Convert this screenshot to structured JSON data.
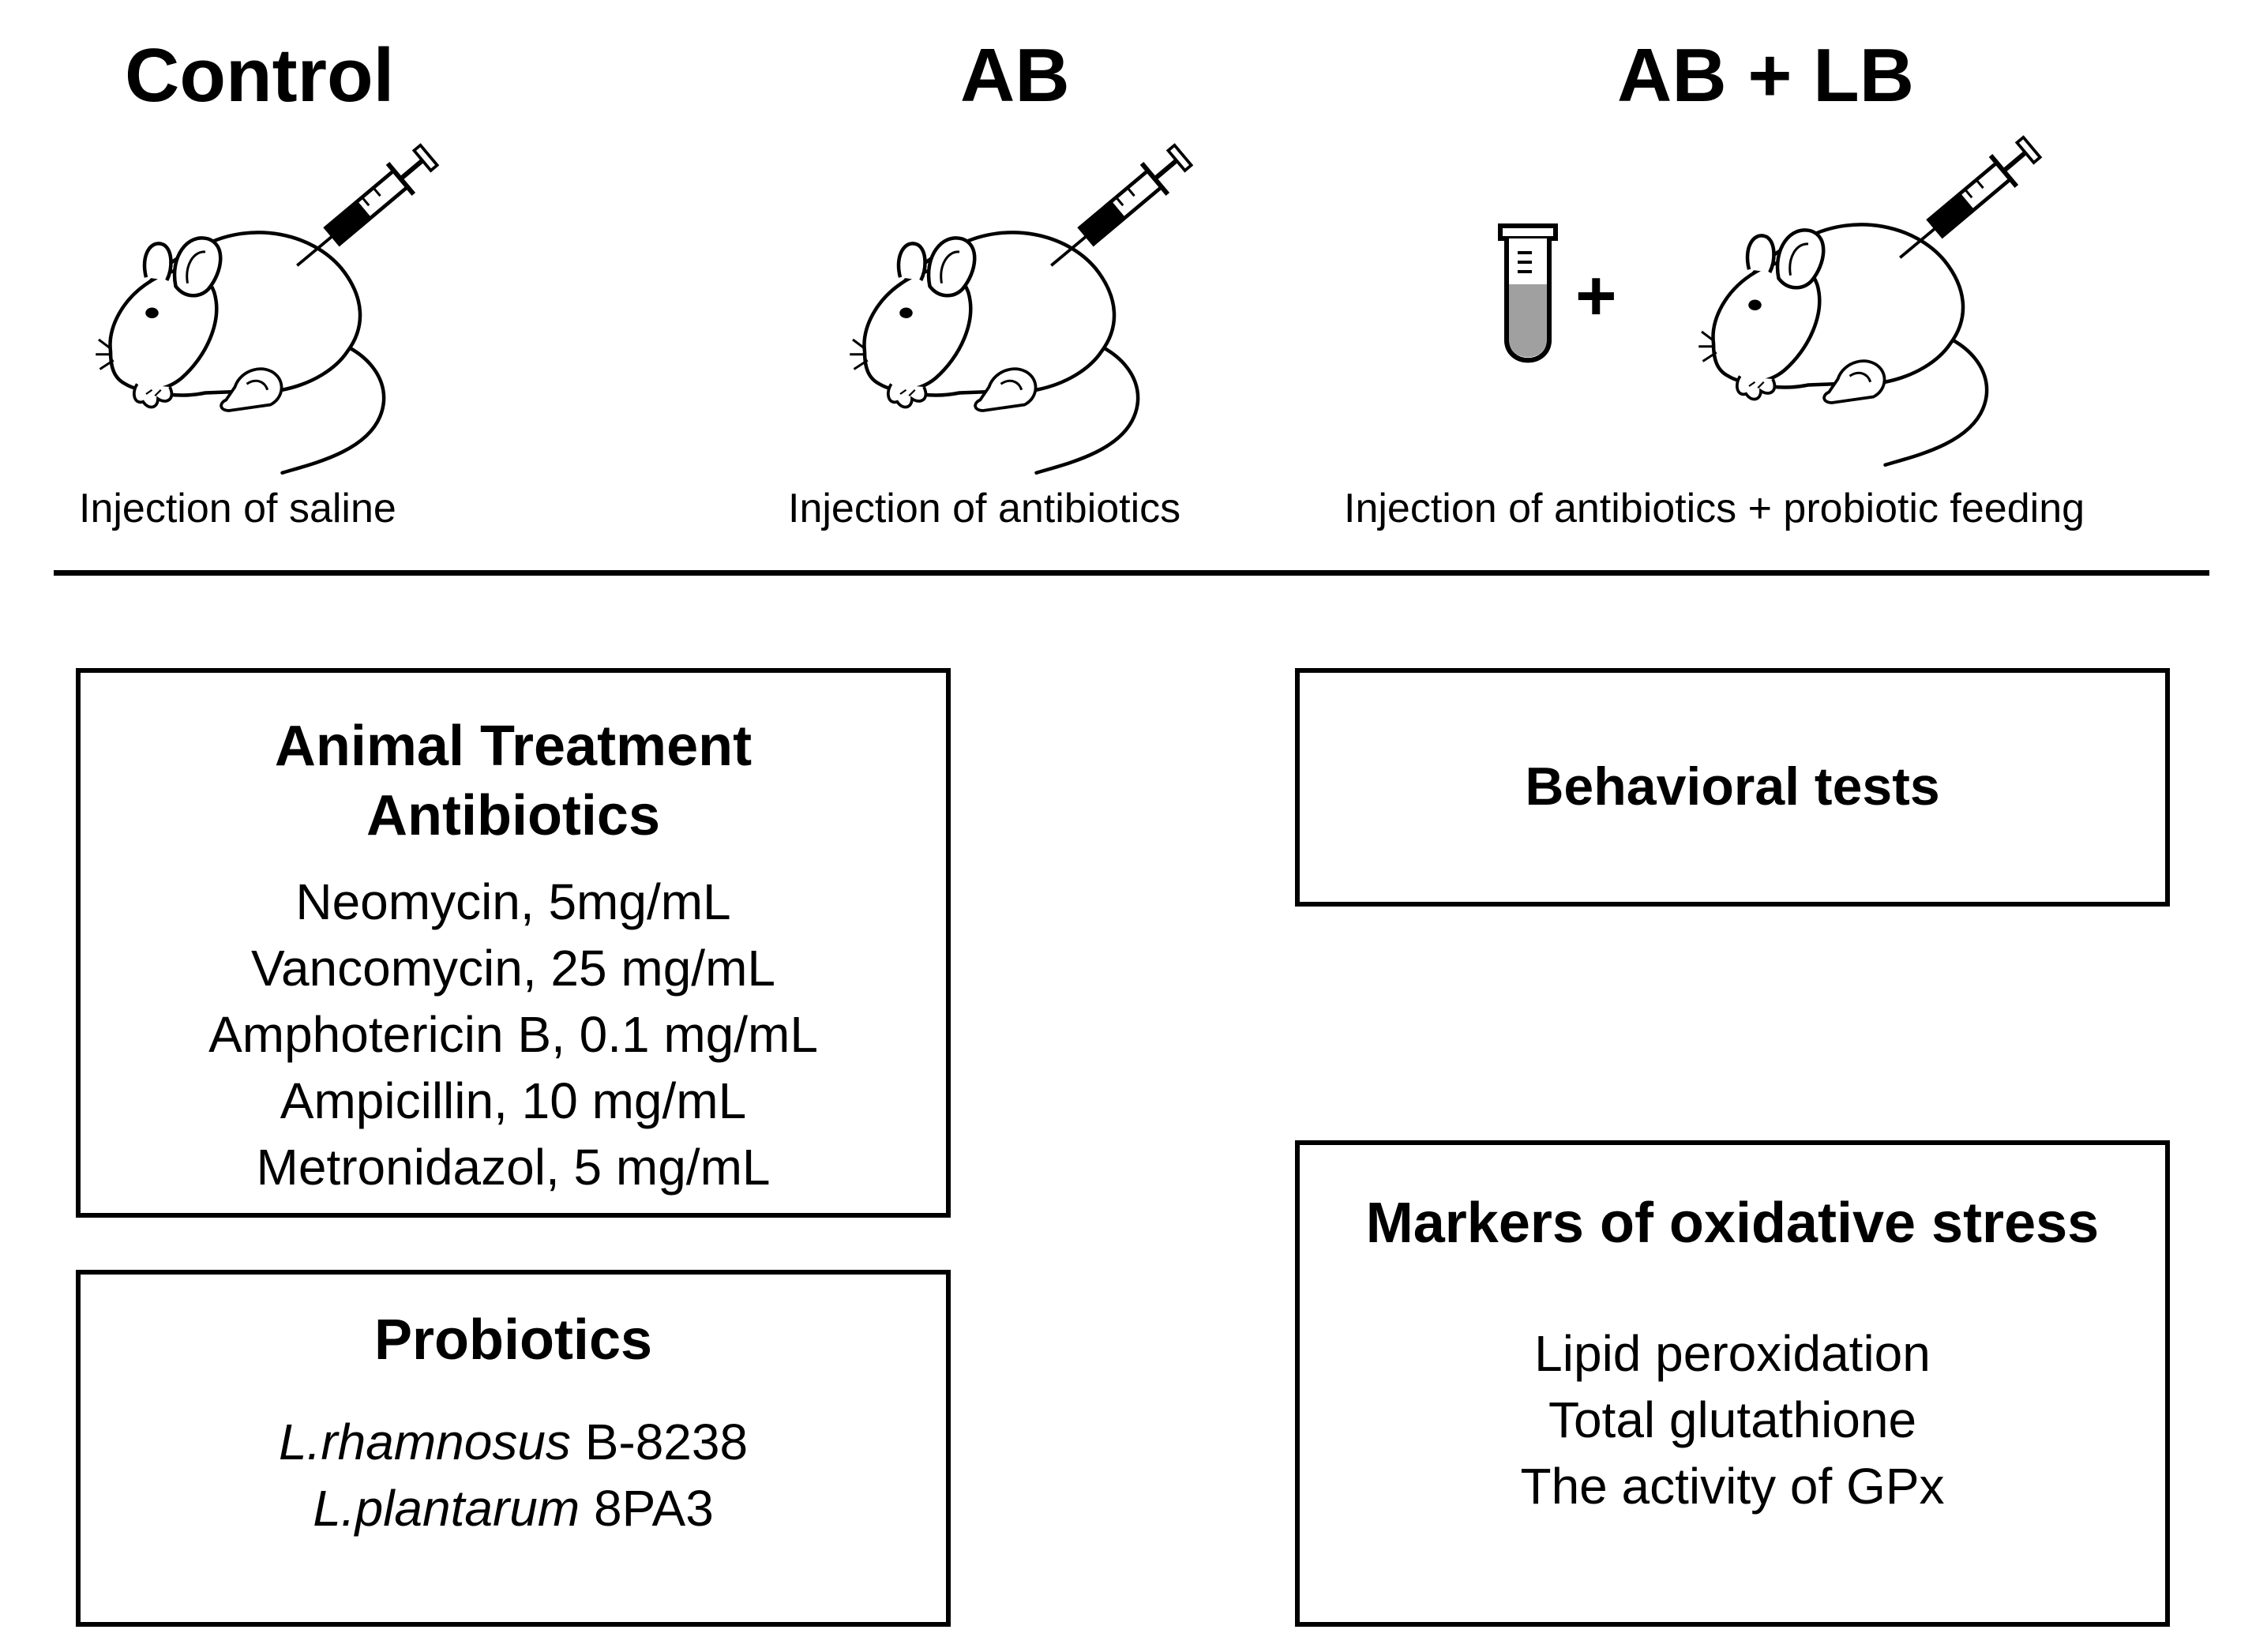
{
  "groups": [
    {
      "title": "Control",
      "caption": "Injection of saline"
    },
    {
      "title": "AB",
      "caption": "Injection of antibiotics"
    },
    {
      "title": "AB + LB",
      "caption": "Injection of antibiotics + probiotic feeding"
    }
  ],
  "plus_sign": "+",
  "treatment_box": {
    "title_line1": "Animal Treatment",
    "title_line2": "Antibiotics",
    "items": [
      "Neomycin, 5mg/mL",
      "Vancomycin, 25 mg/mL",
      "Amphotericin B, 0.1 mg/mL",
      "Ampicillin, 10 mg/mL",
      "Metronidazol, 5 mg/mL"
    ]
  },
  "probiotics_box": {
    "title": "Probiotics",
    "items": [
      {
        "species": "L.rhamnosus",
        "strain": " B-8238"
      },
      {
        "species": "L.plantarum",
        "strain": " 8PA3"
      }
    ]
  },
  "behavior_box": {
    "title": "Behavioral tests"
  },
  "oxidative_box": {
    "title": "Markers of oxidative stress",
    "items": [
      "Lipid peroxidation",
      "Total glutathione",
      "The activity of GPx"
    ]
  },
  "colors": {
    "line": "#000000",
    "syringe_fill": "#a0a0a0",
    "tube_fill": "#a0a0a0"
  }
}
